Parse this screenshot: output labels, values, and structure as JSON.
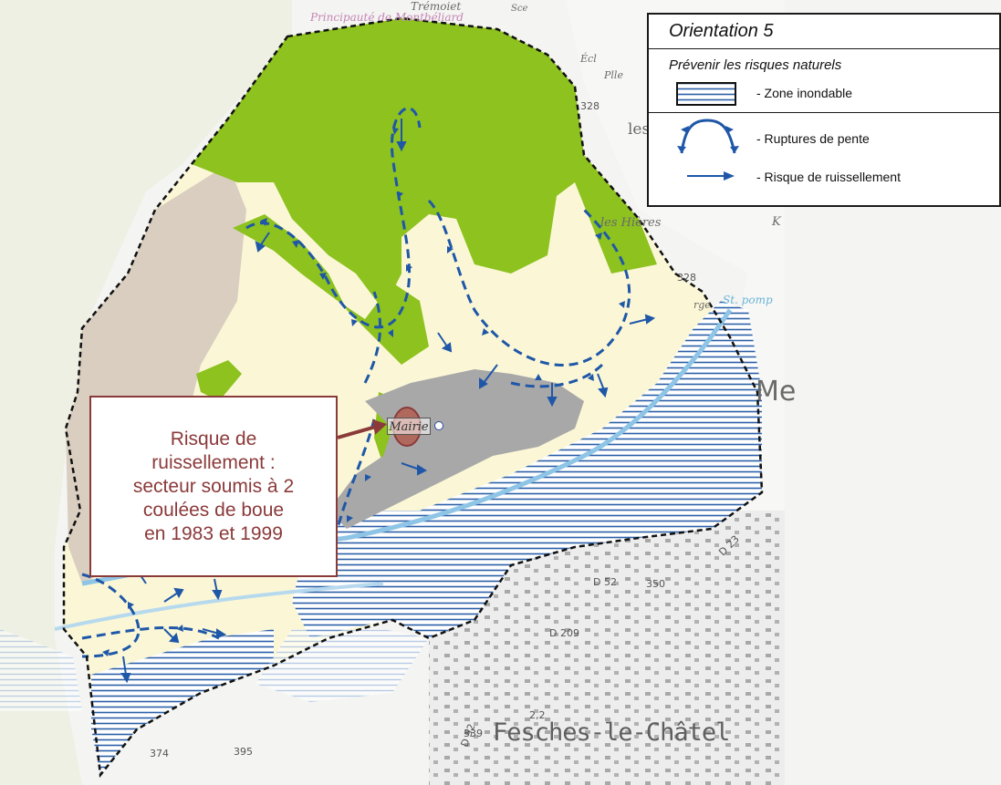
{
  "legend": {
    "title": "Orientation 5",
    "subtitle": "Prévenir les risques naturels",
    "items": [
      {
        "label": "- Zone inondable",
        "symbol": "hatch-box-icon"
      },
      {
        "label": "- Ruptures de pente",
        "symbol": "slope-break-icon"
      },
      {
        "label": "- Risque de ruissellement",
        "symbol": "arrow-icon"
      }
    ]
  },
  "callout": {
    "text": "Risque de\nruissellement :\nsecteur soumis à 2\ncoulées de boue\nen 1983 et 1999"
  },
  "map_labels": {
    "mairie": "Mairie",
    "town": "Fesches-le-Châtel",
    "les_hieres": "les Hières",
    "les": "les",
    "st_pomp": "St. pomp",
    "pile": "Plle",
    "ecl": "Écl",
    "principaute": "Principauté de Montbéliard",
    "tremoiet": "Trémoiet",
    "m_letter": "Me",
    "rge": "rge",
    "d23": "D 23",
    "d209": "D 209",
    "d52": "D 52",
    "d_upper": "D 52",
    "n328a": "328",
    "n328b": "328",
    "n350": "350",
    "n339": "339",
    "n374": "374",
    "n395": "395",
    "n22": "2,2",
    "k_letter": "K",
    "sce": "Sce"
  },
  "colors": {
    "forest": "#8dc21f",
    "meadow": "#fbf7d6",
    "urban": "#a8a8a8",
    "flood_hatch": "#2b5fa8",
    "boundary": "#111111",
    "slope": "#1f57a8",
    "callout": "#8b3a3a",
    "outside": "#e6e2dc"
  }
}
